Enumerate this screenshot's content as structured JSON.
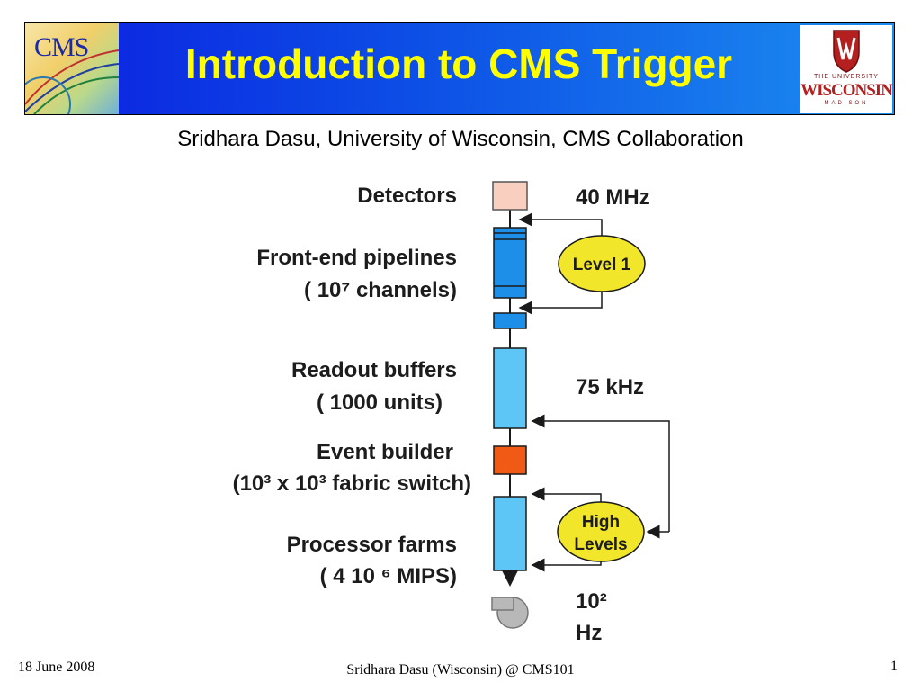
{
  "header": {
    "title": "Introduction to CMS Trigger",
    "logo_left_text": "CMS",
    "logo_right": {
      "line1": "THE UNIVERSITY",
      "line2": "WISCONSIN",
      "line3": "MADISON"
    }
  },
  "subtitle": "Sridhara Dasu, University of Wisconsin, CMS Collaboration",
  "diagram": {
    "stages": [
      {
        "label": "Detectors"
      },
      {
        "label": "Front-end pipelines",
        "label2": "( 10⁷    channels)"
      },
      {
        "label": "Readout buffers",
        "label2": "( 1000 units)"
      },
      {
        "label": "Event builder",
        "label2": "(10³   x   10³ fabric switch)"
      },
      {
        "label": "Processor farms",
        "label2": "( 4   10   ⁶ MIPS)"
      }
    ],
    "rates": [
      "40 MHz",
      "75 kHz",
      "10²",
      "Hz"
    ],
    "triggers": [
      "Level 1",
      "High",
      "Levels"
    ],
    "colors": {
      "detector": "#f9d0c0",
      "pipeline": "#1e8fe8",
      "buffer": "#5ec6f6",
      "builder": "#f05a14",
      "farm": "#5ec6f6",
      "trigger": "#f2e62a",
      "output": "#b8b8b8"
    }
  },
  "footer": {
    "date": "18 June 2008",
    "center": "Sridhara Dasu (Wisconsin) @ CMS101",
    "page": "1"
  }
}
